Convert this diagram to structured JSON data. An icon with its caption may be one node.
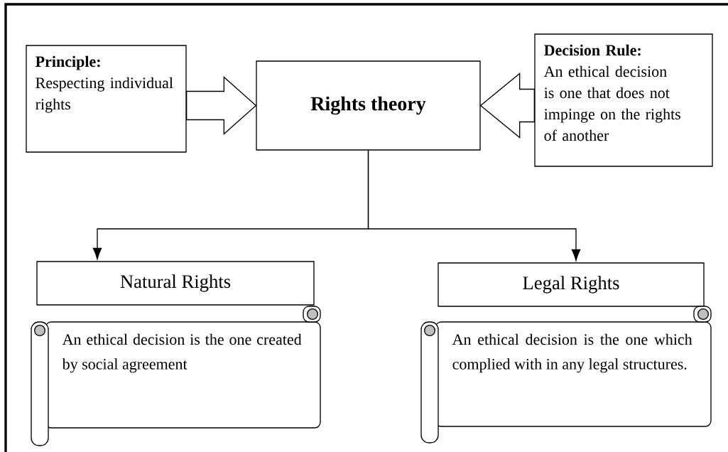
{
  "diagram": {
    "nodes": [
      {
        "text": [
          "Principle:",
          "Respecting individual rights"
        ]
      },
      {
        "text": [
          "Rights theory"
        ]
      },
      {
        "text": [
          "Decision Rule:",
          "An ethical decision is one that does not impinge on the rights of another"
        ]
      },
      {
        "text": [
          "Natural Rights"
        ]
      },
      {
        "text": [
          "An ethical decision is the one created by social agreement"
        ]
      },
      {
        "text": [
          "Legal Rights"
        ]
      },
      {
        "text": [
          "An ethical decision is the one which complied with in any legal structures."
        ]
      }
    ],
    "edges": [
      {
        "from": 0,
        "to": 1,
        "arrow": "to"
      },
      {
        "from": 2,
        "to": 1,
        "arrow": "to"
      },
      {
        "from": 1,
        "to": 3,
        "arrow": "to"
      },
      {
        "from": 1,
        "to": 5,
        "arrow": "to"
      }
    ]
  }
}
